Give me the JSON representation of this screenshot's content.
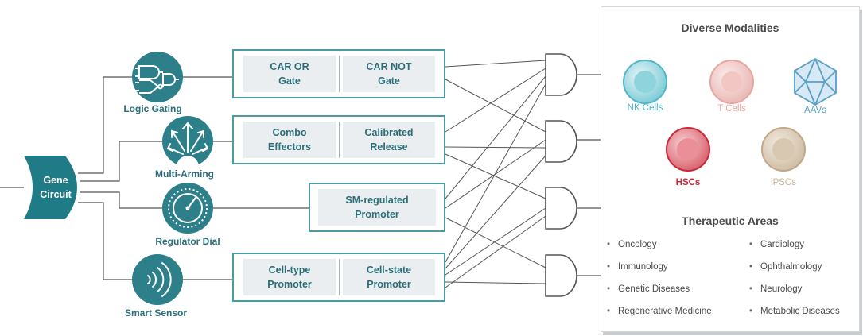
{
  "root": {
    "label_line1": "Gene",
    "label_line2": "Circuit"
  },
  "icons": {
    "logic_gating": "Logic Gating",
    "multi_arming": "Multi-Arming",
    "regulator_dial": "Regulator Dial",
    "smart_sensor": "Smart Sensor"
  },
  "boxes": {
    "row1": {
      "left": "CAR OR\nGate",
      "right": "CAR NOT\nGate"
    },
    "row2": {
      "left": "Combo\nEffectors",
      "right": "Calibrated\nRelease"
    },
    "row3": {
      "single": "SM-regulated\nPromoter"
    },
    "row4": {
      "left": "Cell-type\nPromoter",
      "right": "Cell-state\nPromoter"
    }
  },
  "panel": {
    "modalities_title": "Diverse Modalities",
    "modalities": [
      {
        "label": "NK Cells",
        "color": "#4fb6c6"
      },
      {
        "label": "T Cells",
        "color": "#e9a39f"
      },
      {
        "label": "AAVs",
        "color": "#5a9fc4"
      },
      {
        "label": "HSCs",
        "color": "#c8283a"
      },
      {
        "label": "iPSCs",
        "color": "#c9b59a"
      }
    ],
    "areas_title": "Therapeutic Areas",
    "areas_left": [
      "Oncology",
      "Immunology",
      "Genetic Diseases",
      "Regenerative Medicine"
    ],
    "areas_right": [
      "Cardiology",
      "Ophthalmology",
      "Neurology",
      "Metabolic Diseases"
    ]
  },
  "colors": {
    "teal_dark": "#2b6e78",
    "teal": "#3f8a93",
    "line": "#555555",
    "box_border": "#4e9aa2"
  }
}
